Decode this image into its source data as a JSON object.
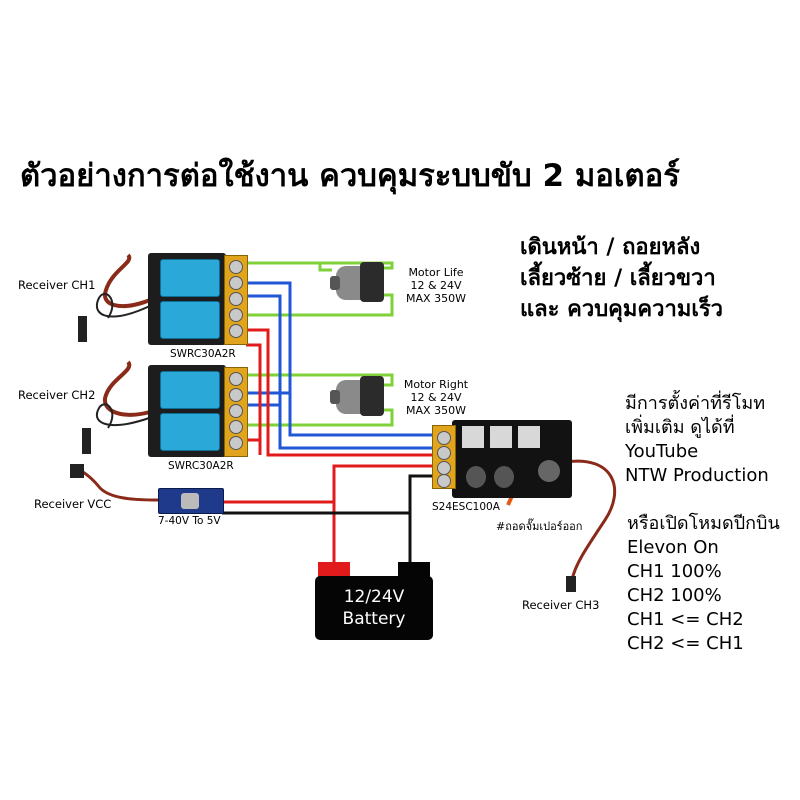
{
  "title": "ตัวอย่างการต่อใช้งาน ควบคุมระบบขับ 2 มอเตอร์",
  "features": [
    "เดินหน้า / ถอยหลัง",
    "เลี้ยวซ้าย / เลี้ยวขวา",
    "และ ควบคุมความเร็ว"
  ],
  "notes": [
    "มีการตั้งค่าที่รีโมท",
    "เพิ่มเติม ดูได้ที่",
    "YouTube",
    "NTW Production"
  ],
  "notes2": [
    "หรือเปิดโหมดปีกบิน",
    "Elevon On",
    "CH1 100%",
    "CH2 100%",
    "CH1 <= CH2",
    "CH2 <= CH1"
  ],
  "receivers": {
    "ch1": "Receiver CH1",
    "ch2": "Receiver CH2",
    "vcc": "Receiver VCC",
    "ch3": "Receiver CH3"
  },
  "relays": {
    "top": "SWRC30A2R",
    "bottom": "SWRC30A2R"
  },
  "motors": {
    "left": {
      "name": "Motor Life",
      "volt": "12 & 24V",
      "power": "MAX 350W"
    },
    "right": {
      "name": "Motor Right",
      "volt": "12 & 24V",
      "power": "MAX 350W"
    }
  },
  "esc": {
    "label": "S24ESC100A",
    "note": "#ถอดจั๊มเปอร์ออก"
  },
  "regulator": {
    "label": "7-40V To 5V"
  },
  "battery": {
    "line1": "12/24V",
    "line2": "Battery"
  },
  "colors": {
    "red_wire": "#e11b1b",
    "blue_wire": "#1f57d6",
    "green_wire": "#7fd13a",
    "black_wire": "#111111",
    "relay_blue": "#2aa8d8",
    "terminal": "#e0a51c"
  }
}
